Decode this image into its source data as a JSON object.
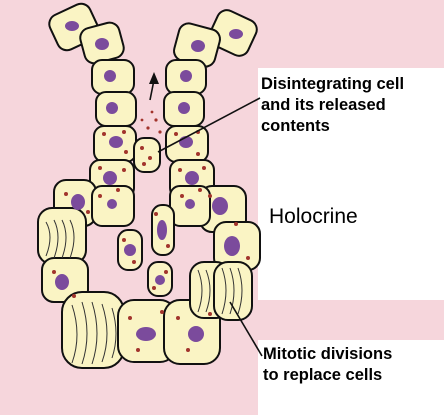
{
  "figure": {
    "title": "Holocrine",
    "labels": {
      "disintegrating": [
        "Disintegrating cell",
        "and its released",
        "contents"
      ],
      "mitotic": [
        "Mitotic divisions",
        "to replace cells"
      ]
    },
    "colors": {
      "background_panel": "#f6d6dc",
      "cell_fill": "#faf4c4",
      "cell_outline": "#111111",
      "nucleus": "#7b4b9c",
      "granule": "#a2342c",
      "text": "#000000"
    }
  }
}
